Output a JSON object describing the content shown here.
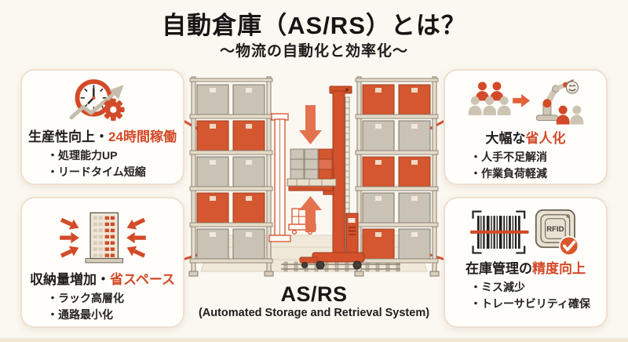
{
  "page": {
    "title": "自動倉庫（AS/RS）とは？",
    "subtitle": "～物流の自動化と効率化～",
    "accent_color": "#d34a28",
    "background_color": "#fbf8f1"
  },
  "center": {
    "label": "AS/RS",
    "sublabel": "(Automated Storage and Retrieval System)"
  },
  "panels": {
    "productivity": {
      "icon": "clock-gear-growth-icon",
      "heading_black": "生産性向上・",
      "heading_accent": "24時間稼働",
      "bullets": [
        "・処理能力UP",
        "・リードタイム短縮"
      ]
    },
    "labor_saving": {
      "icon": "people-to-robot-icon",
      "heading_black": "大幅な",
      "heading_accent": "省人化",
      "bullets": [
        "・人手不足解消",
        "・作業負荷軽減"
      ]
    },
    "space_saving": {
      "icon": "building-compress-icon",
      "heading_black": "収納量増加・",
      "heading_accent": "省スペース",
      "bullets": [
        "・ラック高層化",
        "・通路最小化"
      ]
    },
    "inventory_accuracy": {
      "icon": "barcode-rfid-icon",
      "heading_black": "在庫管理の",
      "heading_accent": "精度向上",
      "rfid_label": "RFID",
      "bullets": [
        "・ミス減少",
        "・トレーサビリティ確保"
      ]
    }
  }
}
